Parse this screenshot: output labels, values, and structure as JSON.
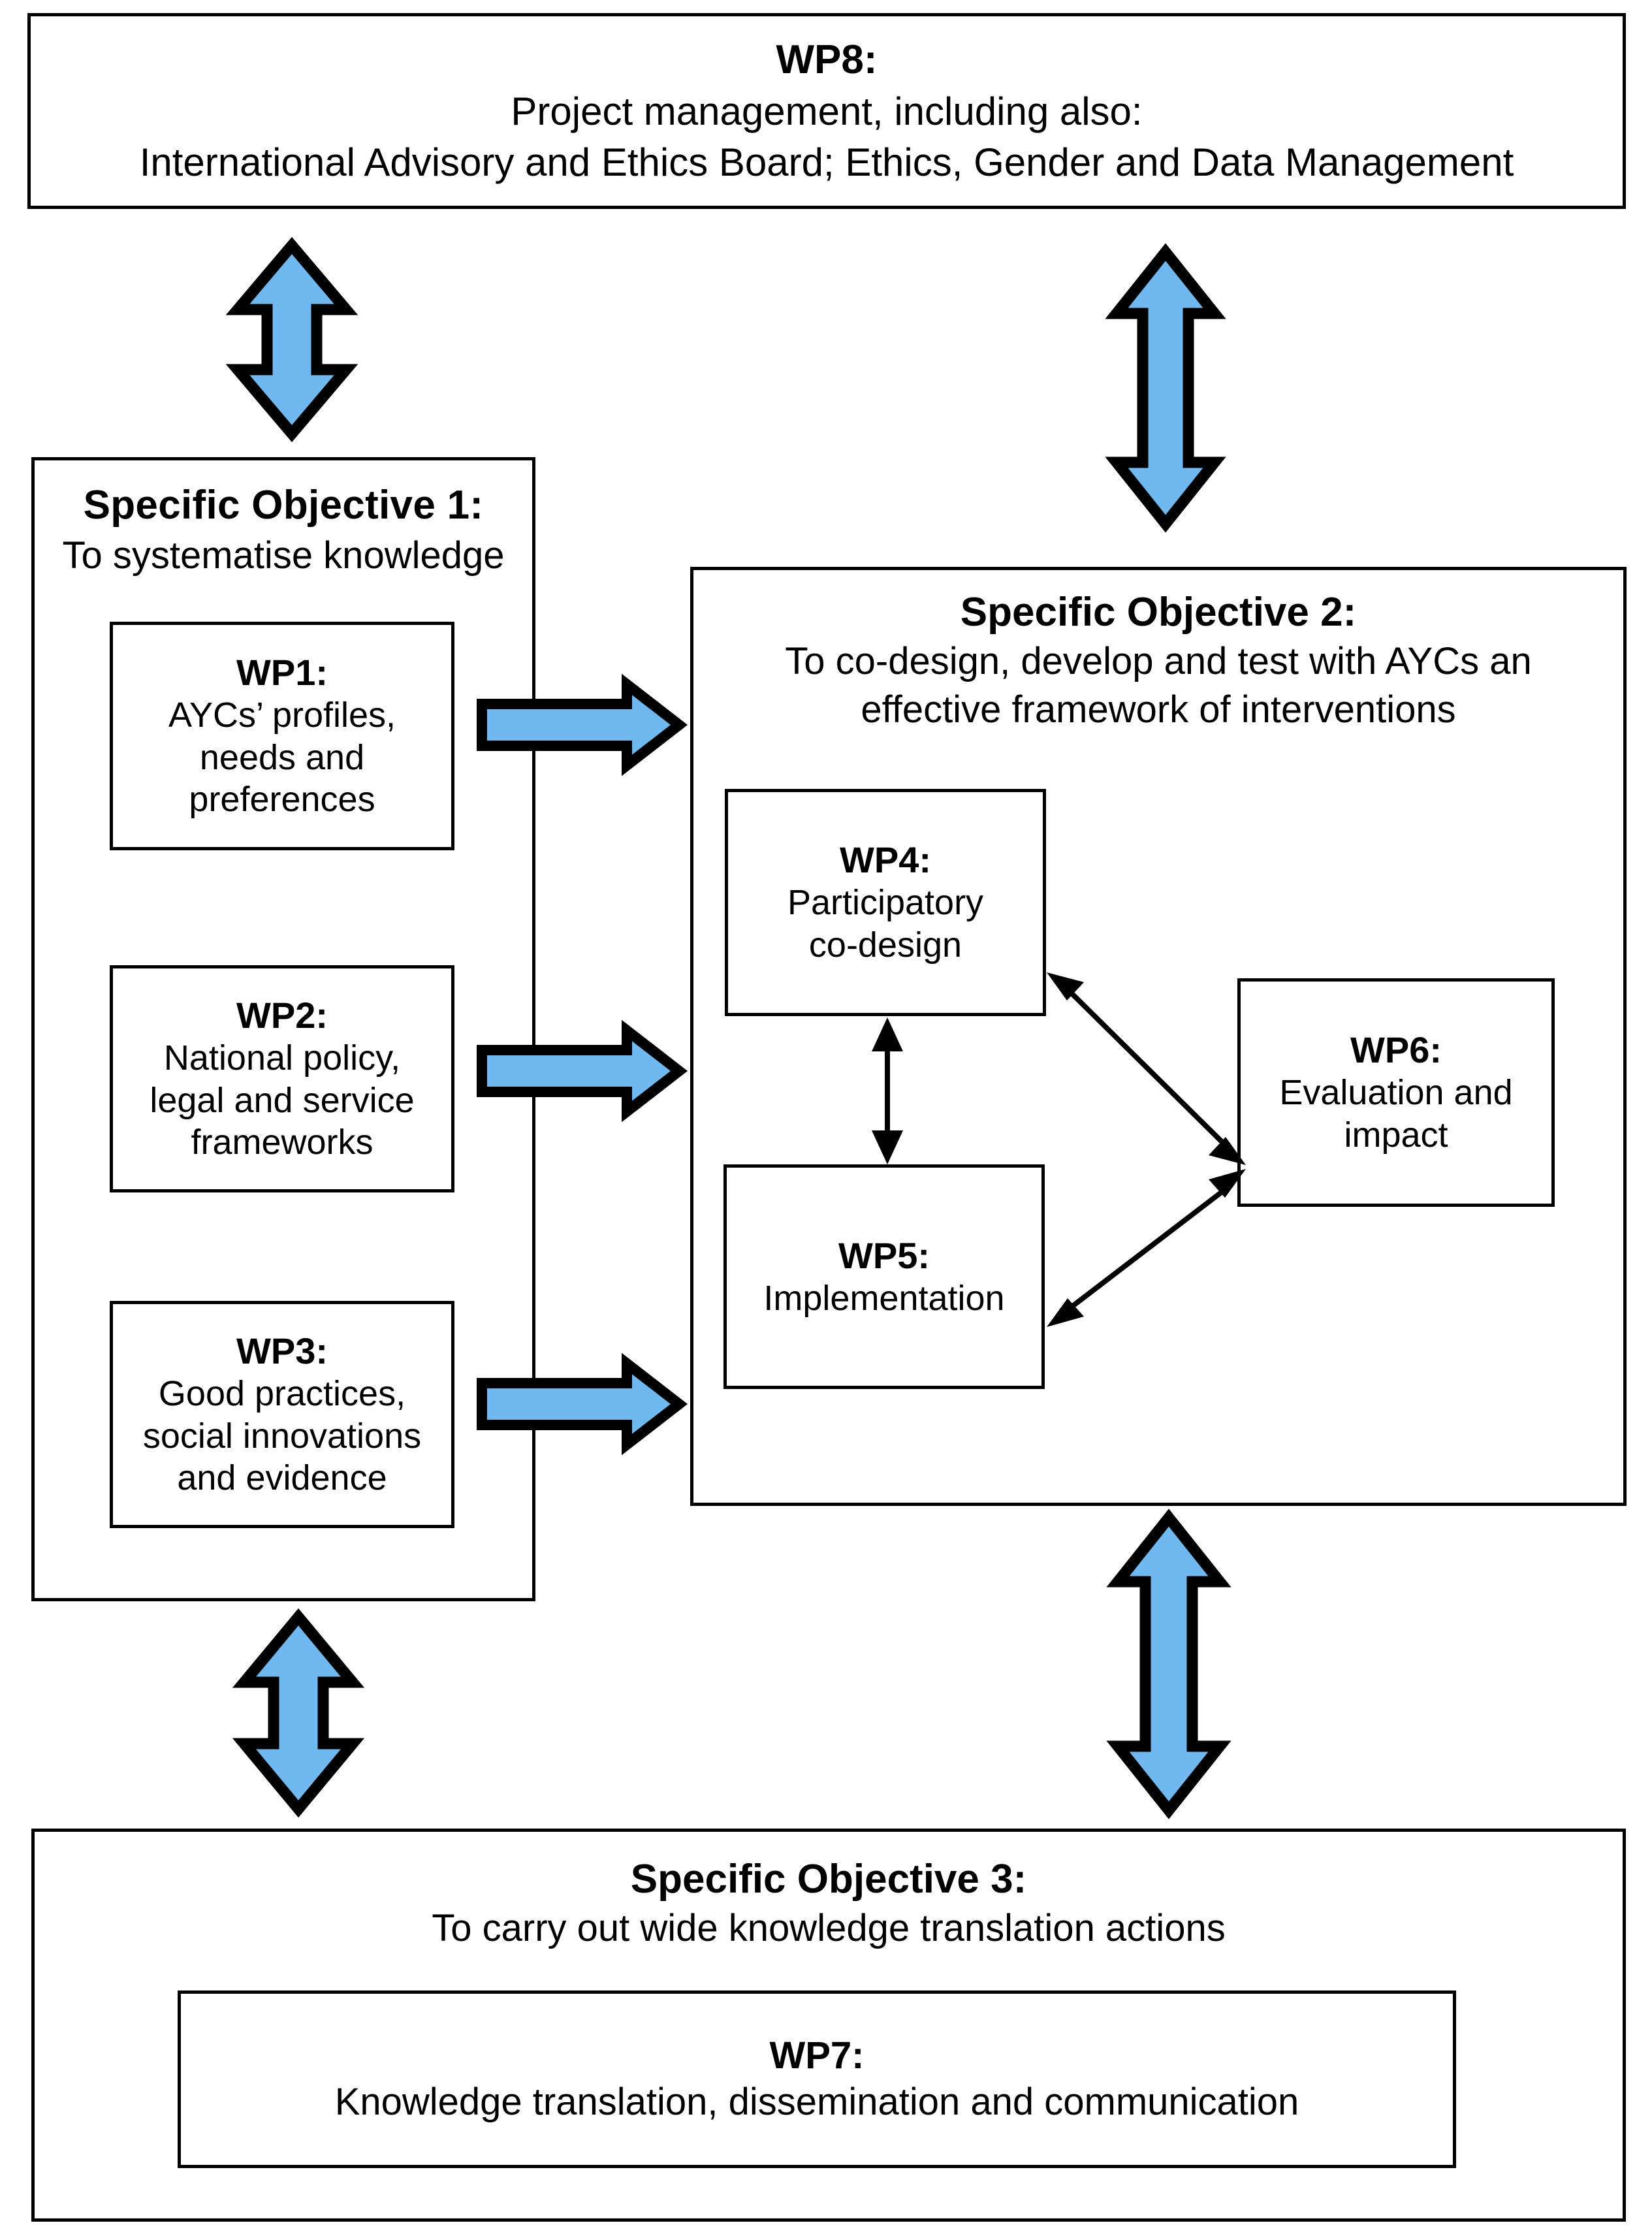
{
  "figure": {
    "type": "flow-diagram",
    "title": "Project structure: specific objectives and work packages",
    "accent_color": "#6FB9F0",
    "outline_color": "#000000",
    "background_color": "#FFFFFF"
  },
  "wp8": {
    "title": "WP8:",
    "line1": "Project management, including also:",
    "line2": "International Advisory and Ethics Board; Ethics, Gender and Data Management"
  },
  "objective1": {
    "title": "Specific Objective 1:",
    "subtitle": "To systematise knowledge",
    "workpackages": [
      {
        "title": "WP1:",
        "line1": "AYCs’ profiles,",
        "line2": "needs and",
        "line3": "preferences"
      },
      {
        "title": "WP2:",
        "line1": "National policy,",
        "line2": "legal and service",
        "line3": "frameworks"
      },
      {
        "title": "WP3:",
        "line1": "Good practices,",
        "line2": "social innovations",
        "line3": "and evidence"
      }
    ]
  },
  "objective2": {
    "title": "Specific Objective 2:",
    "subtitle_line1": "To co-design, develop and test with AYCs an",
    "subtitle_line2": "effective framework of interventions",
    "workpackages": [
      {
        "title": "WP4:",
        "line1": "Participatory",
        "line2": "co-design"
      },
      {
        "title": "WP5:",
        "line1": "Implementation",
        "line2": ""
      },
      {
        "title": "WP6:",
        "line1": "Evaluation and",
        "line2": "impact"
      }
    ]
  },
  "objective3": {
    "title": "Specific Objective 3:",
    "subtitle": "To carry out wide knowledge translation actions",
    "workpackage": {
      "title": "WP7:",
      "line1": "Knowledge translation, dissemination and communication"
    }
  },
  "connectors": [
    {
      "name": "wp8-to-objective1",
      "style": "blue-block-arrow",
      "direction": "bidirectional-vertical"
    },
    {
      "name": "wp8-to-objective2",
      "style": "blue-block-arrow",
      "direction": "bidirectional-vertical"
    },
    {
      "name": "wp1-to-objective2",
      "style": "blue-block-arrow",
      "direction": "right"
    },
    {
      "name": "wp2-to-objective2",
      "style": "blue-block-arrow",
      "direction": "right"
    },
    {
      "name": "wp3-to-objective2",
      "style": "blue-block-arrow",
      "direction": "right"
    },
    {
      "name": "objective1-to-objective3",
      "style": "blue-block-arrow",
      "direction": "bidirectional-vertical"
    },
    {
      "name": "objective2-to-objective3",
      "style": "blue-block-arrow",
      "direction": "bidirectional-vertical"
    },
    {
      "name": "wp4-to-wp6",
      "style": "thin-line-arrow",
      "direction": "bidirectional-diagonal"
    },
    {
      "name": "wp4-to-wp5",
      "style": "thin-line-arrow",
      "direction": "bidirectional-vertical"
    },
    {
      "name": "wp5-to-wp6",
      "style": "thin-line-arrow",
      "direction": "bidirectional-diagonal"
    }
  ]
}
